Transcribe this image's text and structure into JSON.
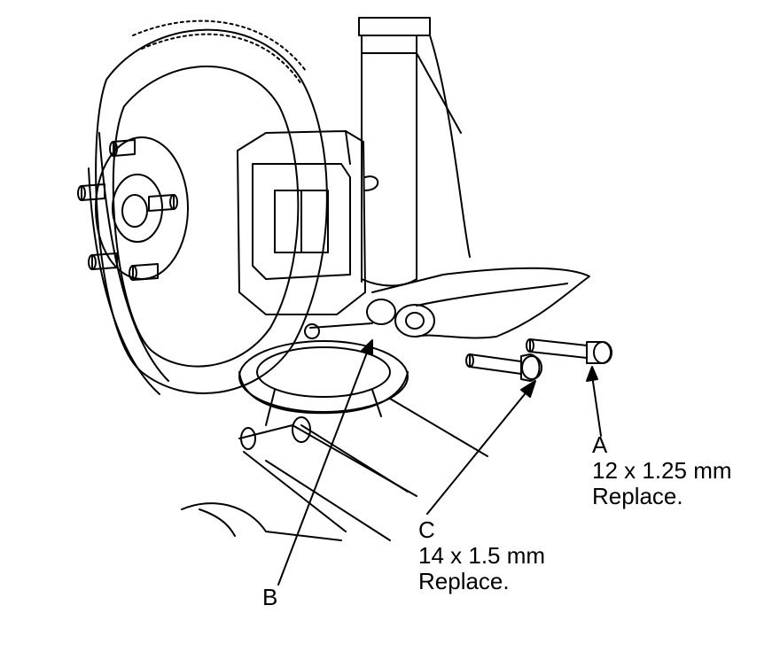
{
  "callouts": {
    "a": {
      "letter": "A",
      "size": "12 x 1.25 mm",
      "note": "Replace."
    },
    "c": {
      "letter": "C",
      "size": "14 x 1.5 mm",
      "note": "Replace."
    },
    "b": {
      "letter": "B"
    }
  },
  "colors": {
    "line": "#000000",
    "background": "#ffffff"
  }
}
